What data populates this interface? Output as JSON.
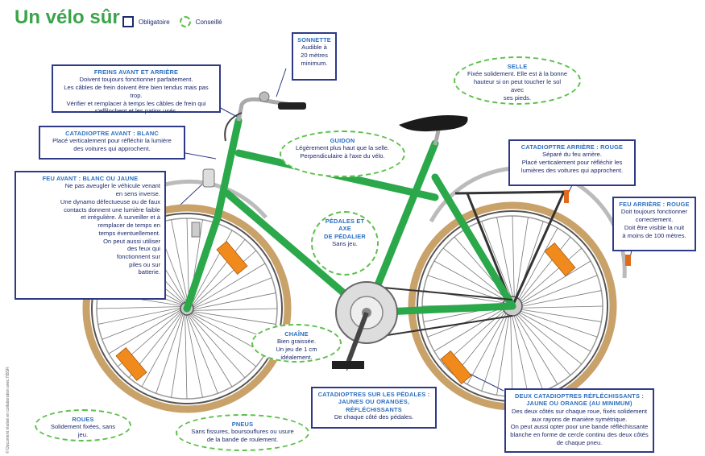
{
  "title": "Un vélo sûr",
  "legend": {
    "required": "Obligatoire",
    "recommended": "Conseillé"
  },
  "credit": "© Document réalisé en collaboration avec l'IBSR",
  "boxes": {
    "sonnette": {
      "h": "SONNETTE",
      "b": "Audible à\n20 mètres\nminimum."
    },
    "freins": {
      "h": "FREINS AVANT ET ARRIÈRE",
      "b": "Doivent toujours fonctionner parfaitement.\nLes câbles de frein doivent être bien tendus mais pas trop.\nVérifier et remplacer à temps les câbles de frein qui\ns'effilochent et les patins usés."
    },
    "selle": {
      "h": "SELLE",
      "b": "Fixée solidement. Elle est à la bonne\nhauteur si on peut toucher le sol avec\nses pieds."
    },
    "cata_av": {
      "h": "CATADIOPTRE AVANT : BLANC",
      "b": "Placé verticalement pour réfléchir la lumière\ndes voitures qui approchent."
    },
    "guidon": {
      "h": "GUIDON",
      "b": "Légèrement plus haut que la selle.\nPerpendiculaire à l'axe du vélo."
    },
    "cata_ar": {
      "h": "CATADIOPTRE ARRIÈRE : ROUGE",
      "b": "Séparé du feu arrière.\nPlacé verticalement pour réfléchir les\nlumières des voitures qui approchent."
    },
    "feu_av": {
      "h": "FEU AVANT : BLANC OU JAUNE",
      "b": "Ne pas aveugler le véhicule venant\nen sens inverse.\nUne dynamo défectueuse ou de faux\ncontacts donnent une lumière faible\net irrégulière. À surveiller et à\nremplacer de temps en\ntemps éventuellement.\nOn peut aussi utiliser\ndes feux qui\nfonctionnent sur\npiles ou sur\nbatterie."
    },
    "feu_ar": {
      "h": "FEU ARRIÈRE : ROUGE",
      "b": "Doit toujours fonctionner\ncorrectement.\nDoit être visible la nuit\nà moins de 100 mètres."
    },
    "pedales": {
      "h": "PÉDALES ET AXE\nDE PÉDALIER",
      "b": "Sans jeu."
    },
    "chaine": {
      "h": "CHAÎNE",
      "b": "Bien graissée.\nUn jeu de 1 cm idéalement."
    },
    "roues": {
      "h": "ROUES",
      "b": "Solidement fixées, sans jeu."
    },
    "pneus": {
      "h": "PNEUS",
      "b": "Sans fissures, boursouflures ou usure\nde la bande de roulement."
    },
    "cata_ped": {
      "h": "CATADIOPTRES SUR LES PÉDALES :\nJAUNES OU ORANGES,\nRÉFLÉCHISSANTS",
      "b": "De chaque côté des pédales."
    },
    "deux_cata": {
      "h": "DEUX CATADIOPTRES RÉFLÉCHISSANTS :\nJAUNE OU ORANGE (AU MINIMUM)",
      "b": "Des deux côtés sur chaque roue, fixés solidement\naux rayons de manière symétrique.\nOn peut aussi opter pour une bande réfléchissante\nblanche en forme de cercle continu des deux côtés\nde chaque pneu."
    }
  },
  "colors": {
    "frame": "#2aa84a",
    "tire": "#c9a26a",
    "reflector": "#f08a1c",
    "box_border": "#2e3a86",
    "recommended_border": "#5cc04a",
    "heading": "#2a6ec0"
  }
}
